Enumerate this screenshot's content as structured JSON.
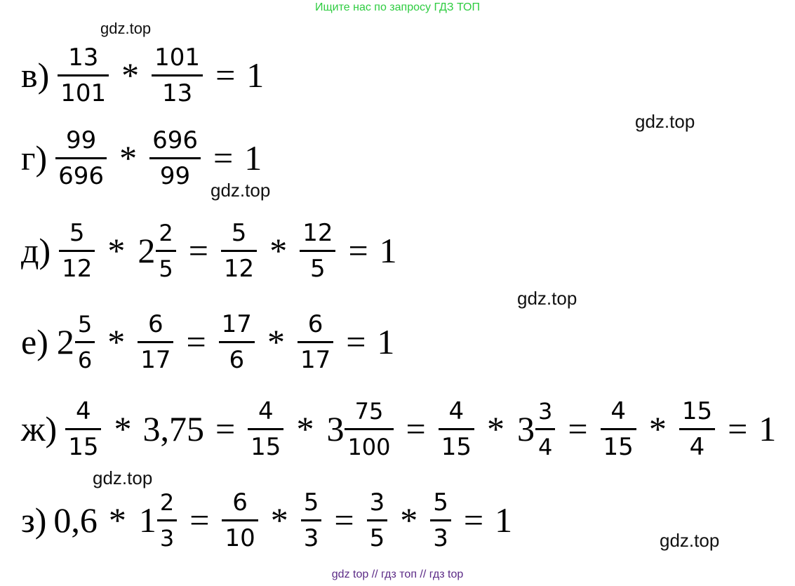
{
  "banner": "Ищите нас по запросу ГДЗ ТОП",
  "footer": "gdz top  //  гдз топ  //  гдз top",
  "watermarks": [
    "gdz.top",
    "gdz.top",
    "gdz.top",
    "gdz.top",
    "gdz.top",
    "gdz.top"
  ],
  "rows": [
    {
      "label": "в)",
      "parts": [
        {
          "t": "f",
          "n": "13",
          "d": "101"
        },
        {
          "t": "op",
          "v": "*"
        },
        {
          "t": "f",
          "n": "101",
          "d": "13"
        },
        {
          "t": "op",
          "v": "="
        },
        {
          "t": "num",
          "v": "1"
        }
      ]
    },
    {
      "label": "г)",
      "parts": [
        {
          "t": "f",
          "n": "99",
          "d": "696"
        },
        {
          "t": "op",
          "v": "*"
        },
        {
          "t": "f",
          "n": "696",
          "d": "99"
        },
        {
          "t": "op",
          "v": "="
        },
        {
          "t": "num",
          "v": "1"
        }
      ]
    },
    {
      "label": "д)",
      "parts": [
        {
          "t": "f",
          "n": "5",
          "d": "12"
        },
        {
          "t": "op",
          "v": "*"
        },
        {
          "t": "m",
          "w": "2",
          "n": "2",
          "d": "5"
        },
        {
          "t": "op",
          "v": "="
        },
        {
          "t": "f",
          "n": "5",
          "d": "12"
        },
        {
          "t": "op",
          "v": "*"
        },
        {
          "t": "f",
          "n": "12",
          "d": "5"
        },
        {
          "t": "op",
          "v": "="
        },
        {
          "t": "num",
          "v": "1"
        }
      ]
    },
    {
      "label": "е)",
      "parts": [
        {
          "t": "m",
          "w": "2",
          "n": "5",
          "d": "6"
        },
        {
          "t": "op",
          "v": "*"
        },
        {
          "t": "f",
          "n": "6",
          "d": "17"
        },
        {
          "t": "op",
          "v": "="
        },
        {
          "t": "f",
          "n": "17",
          "d": "6"
        },
        {
          "t": "op",
          "v": "*"
        },
        {
          "t": "f",
          "n": "6",
          "d": "17"
        },
        {
          "t": "op",
          "v": "="
        },
        {
          "t": "num",
          "v": "1"
        }
      ]
    },
    {
      "label": "ж)",
      "parts": [
        {
          "t": "f",
          "n": "4",
          "d": "15"
        },
        {
          "t": "op",
          "v": "*"
        },
        {
          "t": "num",
          "v": "3,75"
        },
        {
          "t": "op",
          "v": "="
        },
        {
          "t": "f",
          "n": "4",
          "d": "15"
        },
        {
          "t": "op",
          "v": "*"
        },
        {
          "t": "m",
          "w": "3",
          "n": "75",
          "d": "100"
        },
        {
          "t": "op",
          "v": "="
        },
        {
          "t": "f",
          "n": "4",
          "d": "15"
        },
        {
          "t": "op",
          "v": "*"
        },
        {
          "t": "m",
          "w": "3",
          "n": "3",
          "d": "4"
        },
        {
          "t": "op",
          "v": "="
        },
        {
          "t": "f",
          "n": "4",
          "d": "15"
        },
        {
          "t": "op",
          "v": "*"
        },
        {
          "t": "f",
          "n": "15",
          "d": "4"
        },
        {
          "t": "op",
          "v": "="
        },
        {
          "t": "num",
          "v": "1"
        }
      ]
    },
    {
      "label": "з)",
      "parts": [
        {
          "t": "num",
          "v": "0,6"
        },
        {
          "t": "op",
          "v": "*"
        },
        {
          "t": "m",
          "w": "1",
          "n": "2",
          "d": "3"
        },
        {
          "t": "op",
          "v": "="
        },
        {
          "t": "f",
          "n": "6",
          "d": "10"
        },
        {
          "t": "op",
          "v": "*"
        },
        {
          "t": "f",
          "n": "5",
          "d": "3"
        },
        {
          "t": "op",
          "v": "="
        },
        {
          "t": "f",
          "n": "3",
          "d": "5"
        },
        {
          "t": "op",
          "v": "*"
        },
        {
          "t": "f",
          "n": "5",
          "d": "3"
        },
        {
          "t": "op",
          "v": "="
        },
        {
          "t": "num",
          "v": "1"
        }
      ]
    }
  ]
}
